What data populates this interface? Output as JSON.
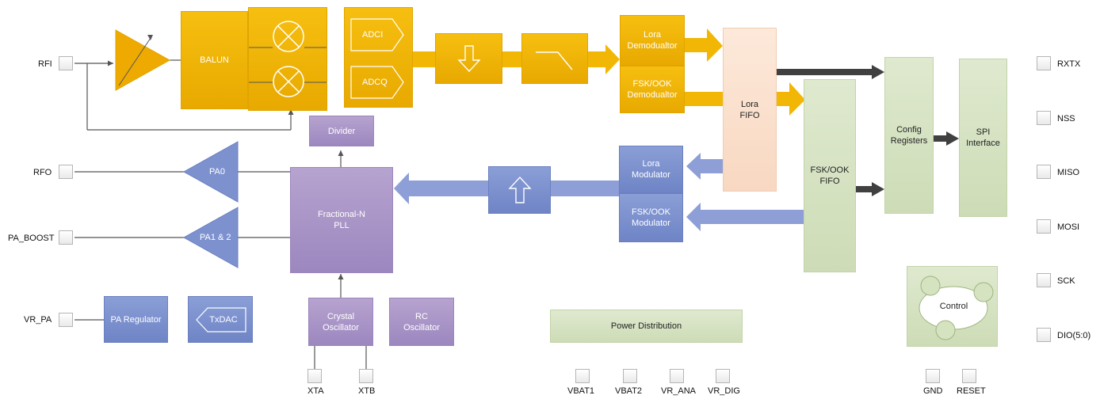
{
  "blocks": {
    "balun": "BALUN",
    "adci": "ADCI",
    "adcq": "ADCQ",
    "lora_demod": "Lora\nDemodualtor",
    "fsk_demod": "FSK/OOK\nDemodualtor",
    "lora_fifo": "Lora\nFIFO",
    "fsk_fifo": "FSK/OOK\nFIFO",
    "config_registers": "Config\nRegisters",
    "spi_interface": "SPI\nInterface",
    "divider": "Divider",
    "pa0": "PA0",
    "pa12": "PA1 & 2",
    "frac_pll": "Fractional-N\nPLL",
    "lora_mod": "Lora\nModulator",
    "fsk_mod": "FSK/OOK\nModulator",
    "pa_regulator": "PA Regulator",
    "txdac": "TxDAC",
    "crystal_osc": "Crystal\nOscillator",
    "rc_osc": "RC\nOscillator",
    "power_dist": "Power Distribution",
    "control": "Control"
  },
  "pins": {
    "left": {
      "rfi": "RFI",
      "rfo": "RFO",
      "pa_boost": "PA_BOOST",
      "vr_pa": "VR_PA"
    },
    "right": {
      "rxtx": "RXTX",
      "nss": "NSS",
      "miso": "MISO",
      "mosi": "MOSI",
      "sck": "SCK",
      "dio": "DIO(5:0)"
    },
    "bottom": {
      "xta": "XTA",
      "xtb": "XTB",
      "vbat1": "VBAT1",
      "vbat2": "VBAT2",
      "vr_ana": "VR_ANA",
      "vr_dig": "VR_DIG",
      "gnd": "GND",
      "reset": "RESET"
    }
  },
  "colors": {
    "receive_path": "#f0b400",
    "pll_group": "#a893c6",
    "transmit_path": "#7d91cf",
    "digital_group": "#d3e0bf",
    "fifo_lora": "#fbe2cf",
    "dark_arrow": "#404040",
    "thin_line": "#555555"
  }
}
